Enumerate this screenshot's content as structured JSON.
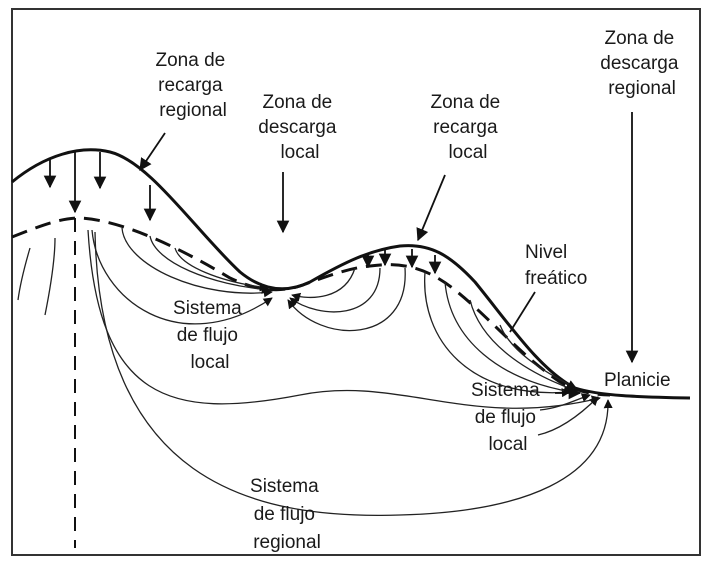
{
  "labels": {
    "zona_recarga_regional": [
      "Zona de",
      "recarga",
      "regional"
    ],
    "zona_descarga_local": [
      "Zona de",
      "descarga",
      "local"
    ],
    "zona_recarga_local": [
      "Zona de",
      "recarga",
      "local"
    ],
    "zona_descarga_regional": [
      "Zona de",
      "descarga",
      "regional"
    ],
    "nivel_freatico": [
      "Nivel",
      "freático"
    ],
    "sistema_flujo_local_1": [
      "Sistema",
      "de flujo",
      "local"
    ],
    "sistema_flujo_local_2": [
      "Sistema",
      "de flujo",
      "local"
    ],
    "sistema_flujo_regional": [
      "Sistema",
      "de flujo",
      "regional"
    ],
    "planicie": "Planicie"
  }
}
